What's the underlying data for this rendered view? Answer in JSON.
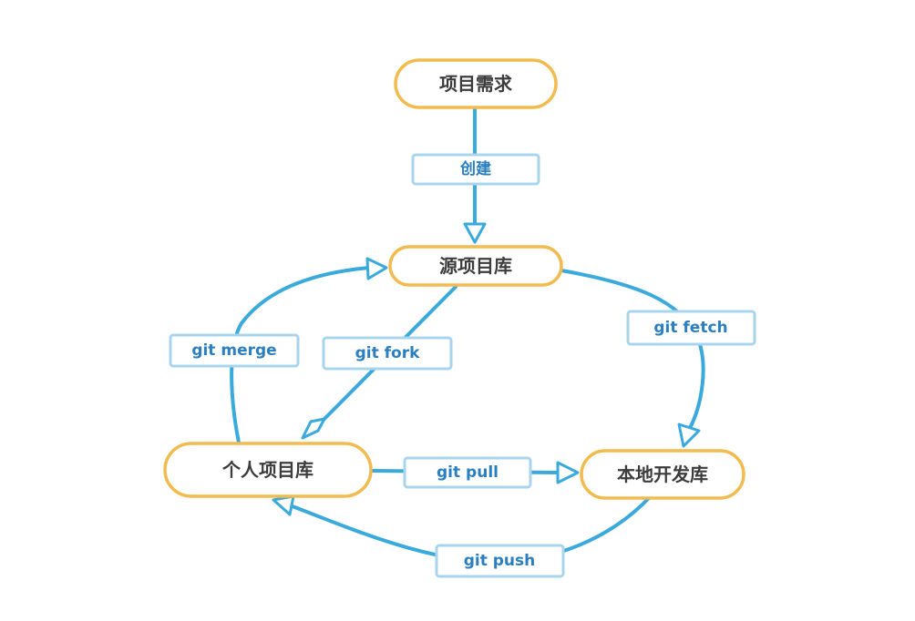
{
  "diagram": {
    "nodes": {
      "requirement": "项目需求",
      "source_repo": "源项目库",
      "personal_repo": "个人项目库",
      "local_repo": "本地开发库"
    },
    "edges": {
      "create": "创建",
      "git_fork": "git fork",
      "git_merge": "git merge",
      "git_fetch": "git fetch",
      "git_pull": "git pull",
      "git_push": "git push"
    },
    "colors": {
      "node_border": "#f2bb4f",
      "node_text": "#3c3c3c",
      "edge": "#3aa9dc",
      "label_border": "#a9d4ee",
      "label_text": "#2b7fc0"
    }
  }
}
